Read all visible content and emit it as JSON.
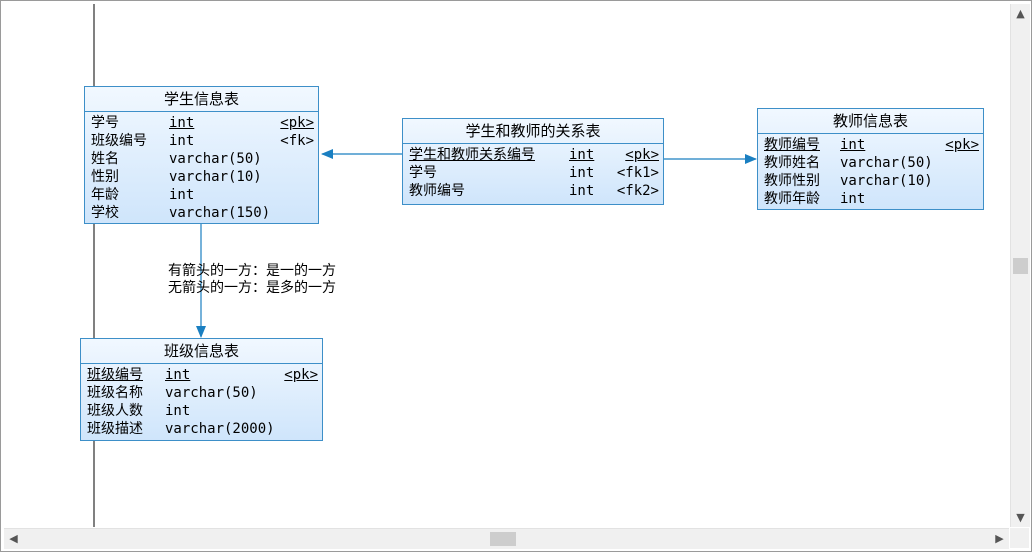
{
  "entities": {
    "student": {
      "title": "学生信息表",
      "rows": [
        {
          "name": "学号",
          "type": "int",
          "key": "<pk>",
          "pk": true
        },
        {
          "name": "班级编号",
          "type": "int",
          "key": "<fk>",
          "pk": false
        },
        {
          "name": "姓名",
          "type": "varchar(50)",
          "key": "",
          "pk": false
        },
        {
          "name": "性别",
          "type": "varchar(10)",
          "key": "",
          "pk": false
        },
        {
          "name": "年龄",
          "type": "int",
          "key": "",
          "pk": false
        },
        {
          "name": "学校",
          "type": "varchar(150)",
          "key": "",
          "pk": false
        }
      ]
    },
    "relation": {
      "title": "学生和教师的关系表",
      "rows": [
        {
          "name": "学生和教师关系编号",
          "type": "int",
          "key": "<pk>",
          "pk": true
        },
        {
          "name": "学号",
          "type": "int",
          "key": "<fk1>",
          "pk": false
        },
        {
          "name": "教师编号",
          "type": "int",
          "key": "<fk2>",
          "pk": false
        }
      ]
    },
    "teacher": {
      "title": "教师信息表",
      "rows": [
        {
          "name": "教师编号",
          "type": "int",
          "key": "<pk>",
          "pk": true
        },
        {
          "name": "教师姓名",
          "type": "varchar(50)",
          "key": "",
          "pk": false
        },
        {
          "name": "教师性别",
          "type": "varchar(10)",
          "key": "",
          "pk": false
        },
        {
          "name": "教师年龄",
          "type": "int",
          "key": "",
          "pk": false
        }
      ]
    },
    "class": {
      "title": "班级信息表",
      "rows": [
        {
          "name": "班级编号",
          "type": "int",
          "key": "<pk>",
          "pk": true
        },
        {
          "name": "班级名称",
          "type": "varchar(50)",
          "key": "",
          "pk": false
        },
        {
          "name": "班级人数",
          "type": "int",
          "key": "",
          "pk": false
        },
        {
          "name": "班级描述",
          "type": "varchar(2000)",
          "key": "",
          "pk": false
        }
      ]
    }
  },
  "note": {
    "line1": "有箭头的一方：是一的一方",
    "line2": "无箭头的一方：是多的一方"
  },
  "colors": {
    "link": "#1a7fc1",
    "border": "#3d8fc8"
  },
  "scrollbars": {
    "up_icon": "triangle-up-icon",
    "down_icon": "triangle-down-icon",
    "left_icon": "triangle-left-icon",
    "right_icon": "triangle-right-icon"
  }
}
